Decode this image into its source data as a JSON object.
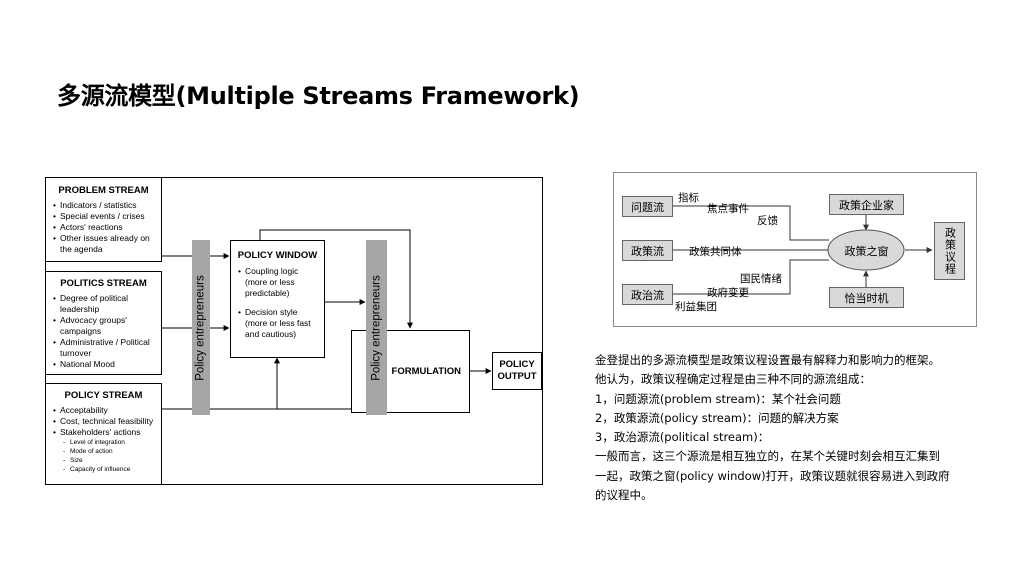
{
  "title": "多源流模型(Multiple Streams Framework)",
  "left_diagram": {
    "problem_stream": {
      "heading": "PROBLEM STREAM",
      "items": [
        "Indicators / statistics",
        "Special events / crises",
        "Actors' reactions",
        "Other issues already on the agenda"
      ]
    },
    "politics_stream": {
      "heading": "POLITICS STREAM",
      "items": [
        "Degree of political leadership",
        "Advocacy groups' campaigns",
        "Administrative / Political turnover",
        "National Mood"
      ]
    },
    "policy_stream": {
      "heading": "POLICY STREAM",
      "items": [
        "Acceptability",
        "Cost, technical feasibility",
        "Stakeholders' actions"
      ],
      "subitems": [
        "Level of integration",
        "Mode of action",
        "Size",
        "Capacity of influence"
      ]
    },
    "policy_window": {
      "heading": "POLICY WINDOW",
      "items": [
        "Coupling logic (more or less predictable)",
        "Decision style (more or less fast and cautious)"
      ]
    },
    "entrepreneurs_label": "Policy entrepreneurs",
    "formulation": "FORMULATION",
    "policy_output": "POLICY OUTPUT"
  },
  "right_diagram": {
    "problem_stream": "问题流",
    "policy_stream": "政策流",
    "politics_stream": "政治流",
    "entrepreneurs": "政策企业家",
    "window": "政策之窗",
    "timing": "恰当时机",
    "agenda": "政策议程",
    "labels": {
      "indicators": "指标",
      "focus_events": "焦点事件",
      "feedback": "反馈",
      "policy_community": "政策共同体",
      "national_mood": "国民情绪",
      "govt_change": "政府变更",
      "interest_groups": "利益集团"
    }
  },
  "description": [
    "金登提出的多源流模型是政策议程设置最有解释力和影响力的框架。",
    "他认为，政策议程确定过程是由三种不同的源流组成：",
    "1，问题源流(problem stream)：某个社会问题",
    "2，政策源流(policy stream)：问题的解决方案",
    "3，政治源流(political stream)：",
    "一般而言，这三个源流是相互独立的，在某个关键时刻会相互汇集到",
    "一起，政策之窗(policy window)打开，政策议题就很容易进入到政府",
    "的议程中。"
  ],
  "colors": {
    "entrepreneur_bar": "#a6a6a6",
    "cn_box_fill": "#d9d9d9"
  }
}
